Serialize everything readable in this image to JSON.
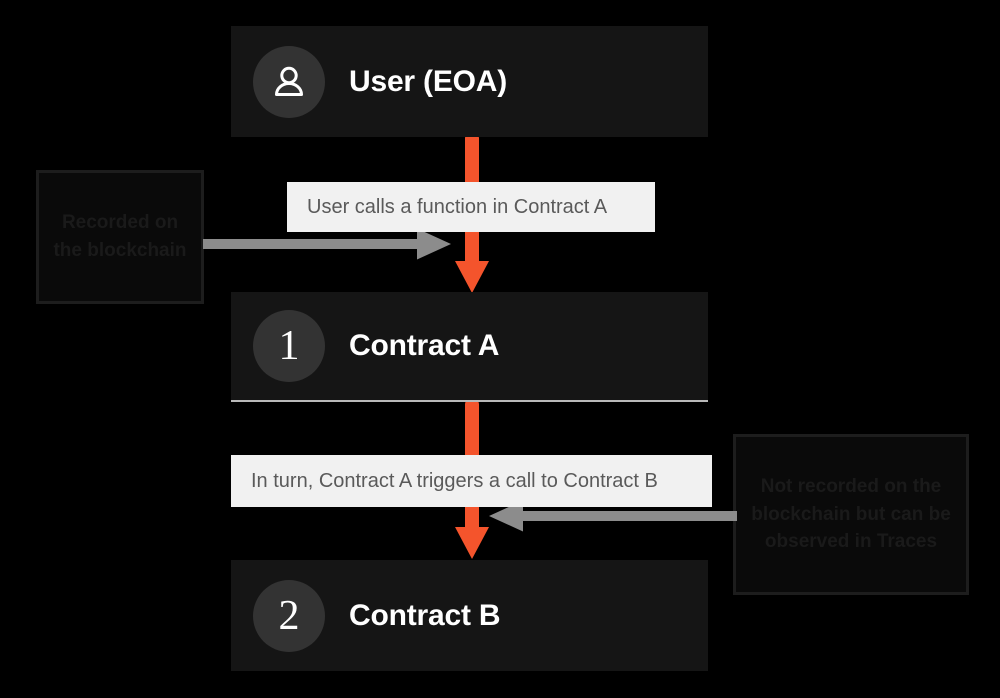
{
  "diagram": {
    "background_color": "#000000",
    "accent_color": "#f4542c",
    "node_bg_color": "#151515",
    "caption_bg_color": "#f1f1f1",
    "nodes": [
      {
        "id": "user",
        "icon": "person-icon",
        "badge": "",
        "label": "User (EOA)"
      },
      {
        "id": "contract-a",
        "icon": "number-badge",
        "badge": "1",
        "label": "Contract A"
      },
      {
        "id": "contract-b",
        "icon": "number-badge",
        "badge": "2",
        "label": "Contract B"
      }
    ],
    "captions": [
      {
        "id": "caption-1",
        "text": "User calls a function in Contract A"
      },
      {
        "id": "caption-2",
        "text": "In turn, Contract A triggers a call to Contract B"
      }
    ],
    "annotations": [
      {
        "id": "annotation-left",
        "text": "Recorded on the blockchain"
      },
      {
        "id": "annotation-right",
        "text": "Not recorded on the blockchain but can be observed in Traces"
      }
    ],
    "arrows": [
      {
        "id": "arrow-user-to-contract-a",
        "color": "#f4542c",
        "direction": "down"
      },
      {
        "id": "arrow-contract-a-to-contract-b",
        "color": "#f4542c",
        "direction": "down"
      },
      {
        "id": "pointer-left",
        "color": "#8c8c8c",
        "direction": "right"
      },
      {
        "id": "pointer-right",
        "color": "#8c8c8c",
        "direction": "left"
      }
    ]
  }
}
